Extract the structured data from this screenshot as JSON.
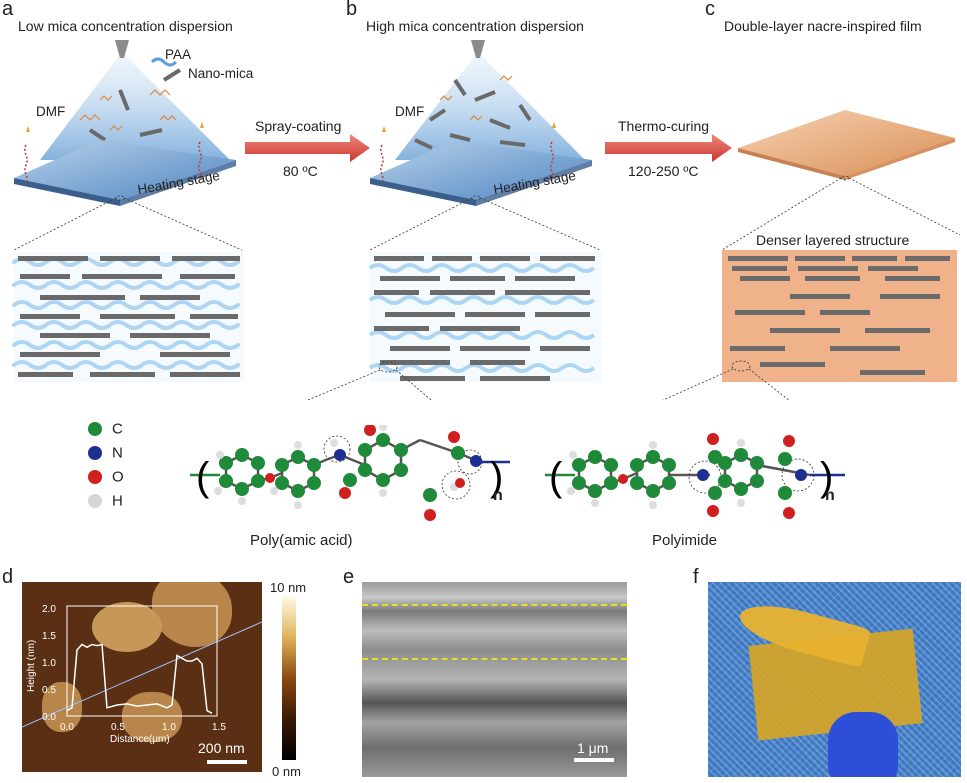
{
  "panels": {
    "a": {
      "letter": "a",
      "title": "Low mica concentration dispersion",
      "legend_paa": "PAA",
      "legend_mica": "Nano-mica",
      "dmf": "DMF",
      "stage": "Heating stage"
    },
    "b": {
      "letter": "b",
      "title": "High mica concentration dispersion",
      "dmf": "DMF",
      "stage": "Heating stage"
    },
    "c": {
      "letter": "c",
      "title": "Double-layer nacre-inspired film",
      "structure": "Denser layered structure"
    },
    "d": {
      "letter": "d",
      "colorbar_max": "10 nm",
      "colorbar_min": "0 nm",
      "scale_bar": "200 nm",
      "inset": {
        "ylabel": "Height (nm)",
        "xlabel": "Distance(μm)",
        "yticks": [
          "0.0",
          "0.5",
          "1.0",
          "1.5",
          "2.0"
        ],
        "xticks": [
          "0.0",
          "0.5",
          "1.0",
          "1.5"
        ],
        "profile_x": [
          0,
          0.05,
          0.1,
          0.15,
          0.2,
          0.25,
          0.3,
          0.35,
          0.4,
          0.5,
          0.6,
          0.7,
          0.8,
          0.9,
          1.0,
          1.05,
          1.1,
          1.15,
          1.2,
          1.25,
          1.3,
          1.35,
          1.4,
          1.45
        ],
        "profile_y": [
          0.1,
          0.15,
          1.2,
          1.3,
          1.25,
          1.3,
          1.28,
          1.3,
          0.15,
          0.2,
          0.22,
          0.18,
          0.2,
          0.22,
          0.15,
          0.2,
          1.1,
          1.05,
          1.0,
          1.0,
          1.05,
          0.95,
          0.1,
          0.05
        ]
      }
    },
    "e": {
      "letter": "e",
      "scale_bar": "1 μm"
    },
    "f": {
      "letter": "f"
    }
  },
  "arrows": {
    "first": {
      "label": "Spray-coating",
      "temp": "80 ºC"
    },
    "second": {
      "label": "Thermo-curing",
      "temp": "120-250 ºC"
    }
  },
  "atoms": [
    {
      "symbol": "C",
      "color": "#1f8a3a"
    },
    {
      "symbol": "N",
      "color": "#1f2f8f"
    },
    {
      "symbol": "O",
      "color": "#d11f1f"
    },
    {
      "symbol": "H",
      "color": "#d6d6d6"
    }
  ],
  "molecules": {
    "paa": "Poly(amic acid)",
    "pi": "Polyimide",
    "repeat": "n"
  },
  "colors": {
    "arrow": "#d9403a",
    "film": "#eab58e",
    "stage": "#8fb3d8",
    "mica": "#6a6a6a",
    "polymer": "#9cc8ee"
  }
}
